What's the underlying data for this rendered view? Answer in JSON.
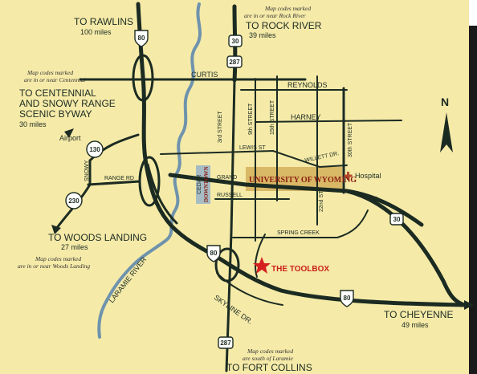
{
  "destinations": {
    "rawlins_title": "TO RAWLINS",
    "rawlins_dist": "100 miles",
    "rock_river_title": "TO ROCK RIVER",
    "rock_river_dist": "39 miles",
    "centennial_line1": "TO CENTENNIAL",
    "centennial_line2": "AND SNOWY RANGE",
    "centennial_line3": "SCENIC BYWAY",
    "centennial_dist": "30 miles",
    "woods_title": "TO WOODS LANDING",
    "woods_dist": "27 miles",
    "cheyenne_title": "TO CHEYENNE",
    "cheyenne_dist": "49 miles",
    "fort_collins_title": "TO FORT COLLINS"
  },
  "notes": {
    "rock_river_line1": "Map codes marked",
    "rock_river_line2": "are in or near Rock River",
    "centennial_line1": "Map codes marked",
    "centennial_line2": "are in or near Centennial",
    "woods_line1": "Map codes marked",
    "woods_line2": "are in or near Woods Landing",
    "south_line1": "Map codes marked",
    "south_line2": "are south of Laramie"
  },
  "streets": {
    "curtis": "CURTIS",
    "reynolds": "REYNOLDS",
    "harney": "HARNEY",
    "lewis": "LEWIS ST",
    "willett": "WILLETT DR.",
    "grand": "GRAND",
    "grand_east": "GRAND",
    "russell": "RUSSELL",
    "spring_creek": "SPRING CREEK",
    "third": "3rd STREET",
    "ninth": "9th STREET",
    "fifteenth": "15th STREET",
    "twentysecond": "22nd ST",
    "thirtieth": "30th STREET",
    "range_rd": "RANGE RD",
    "snowy": "SNOWY",
    "skyline": "SKYLINE DR."
  },
  "places": {
    "airport": "Airport",
    "university": "UNIVERSITY OF WYOMING",
    "cedar": "CEDAR",
    "downtown": "DOWNTOWN",
    "hospital": "Hospital",
    "toolbox": "THE TOOLBOX",
    "river": "LARAMIE RIVER",
    "north": "N"
  },
  "shields": {
    "i80_north": "80",
    "i80_mid": "80",
    "i80_east": "80",
    "us30_north": "30",
    "us287_north": "287",
    "us287_south": "287",
    "us30_east": "30",
    "wy130": "130",
    "wy230": "230"
  },
  "colors": {
    "paper": "#f5eaa8",
    "road": "#1c2b22",
    "river": "#6f93ad",
    "university": "#d6b25e",
    "downtown": "#9fb7c7",
    "star": "#d62020"
  },
  "icons": [
    "compass-north-icon",
    "star-icon",
    "hospital-cross-icon"
  ]
}
